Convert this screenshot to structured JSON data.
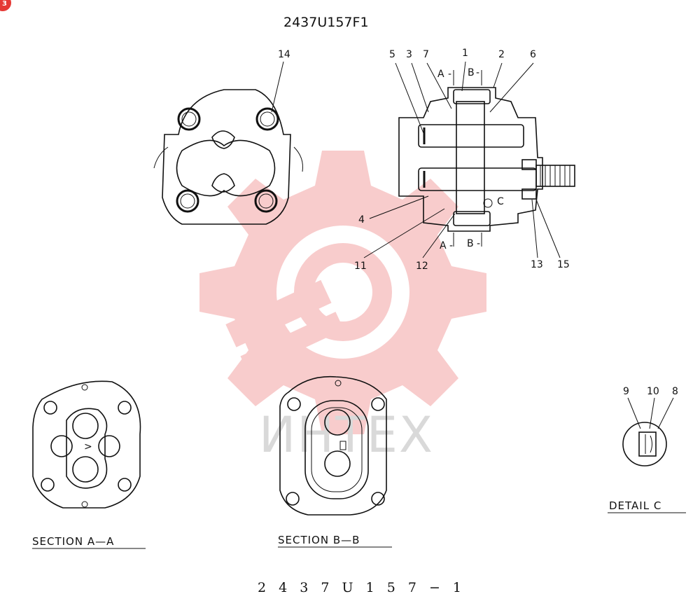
{
  "badge": "3",
  "drawing_number": "2437U157F1",
  "footer_code": "2 4 3 7 U 1 5 7 − 1",
  "watermark_text": "ИНТЕХ",
  "front_view": {
    "callout": "14"
  },
  "side_view": {
    "callouts": [
      "5",
      "3",
      "7",
      "1",
      "2",
      "6",
      "4",
      "11",
      "12",
      "13",
      "15"
    ],
    "section_marks": {
      "a_top": "A",
      "b_top": "B",
      "a_bottom": "A",
      "b_bottom": "B",
      "c": "C"
    }
  },
  "detail": {
    "callouts": [
      "9",
      "10",
      "8"
    ],
    "label": "DETAIL  C"
  },
  "section_aa": {
    "label": "SECTION  A—A"
  },
  "section_bb": {
    "label": "SECTION  B—B"
  },
  "colors": {
    "badge": "#e53935",
    "watermark": "#f5a0a0",
    "ink": "#111111"
  }
}
